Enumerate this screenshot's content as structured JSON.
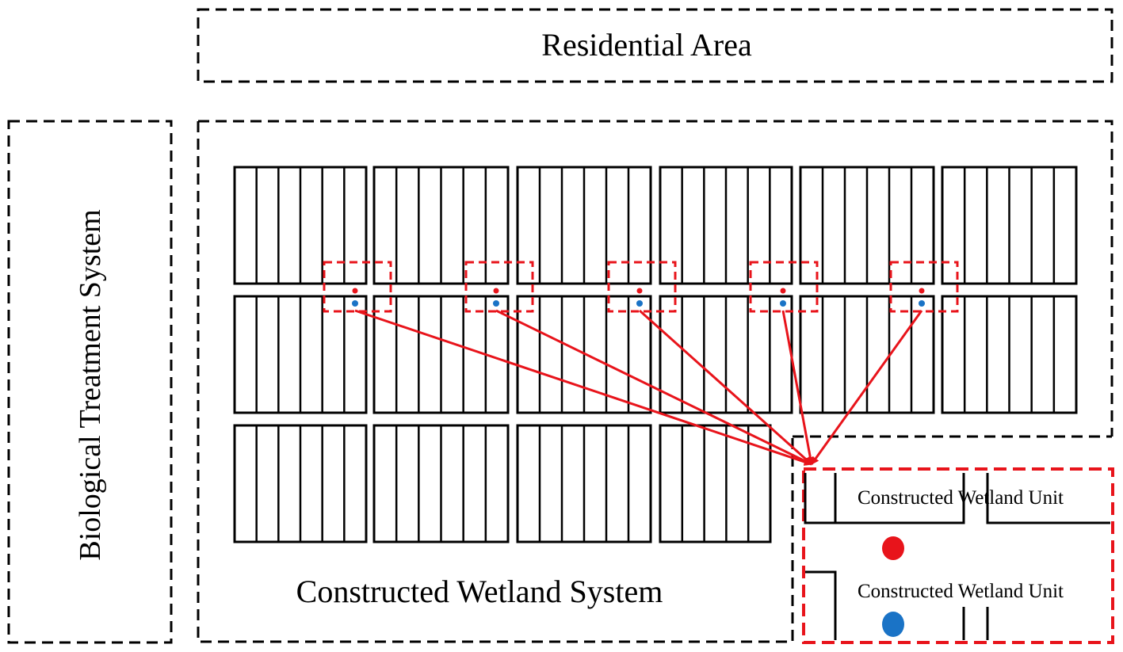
{
  "labels": {
    "residential": "Residential Area",
    "biological": "Biological Treatment System",
    "wetland_system": "Constructed Wetland System",
    "unit_top": "Constructed Wetland Unit",
    "unit_bottom": "Constructed Wetland Unit"
  },
  "colors": {
    "line": "#000000",
    "highlight": "#e8141b",
    "inlet": "#e8141b",
    "outlet": "#1a73c6"
  },
  "grid": {
    "rows": 3,
    "cells_per_row": [
      6,
      6,
      4
    ],
    "strips_per_cell": 6
  },
  "sampling_points": 5
}
